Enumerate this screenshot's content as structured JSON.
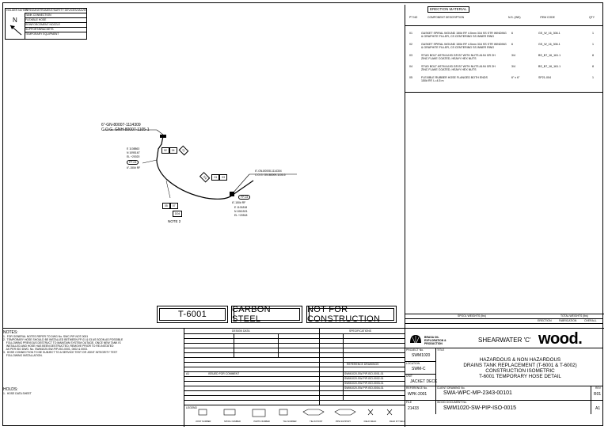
{
  "keyplan": {
    "north_label": "N",
    "header": "HOLDER NOTES",
    "rows": [
      "PIPING/INSTRUMENT/SAFETY DEVICES/VALVES",
      "TANK CONNECTION",
      "FLEXIBLE HOSE",
      "REINFORCEMENT NOZZLE",
      "SUPPORT/BRACKETS",
      "TEMPORARY EQUIPMENT"
    ]
  },
  "iso": {
    "top_line1": "6\"-GN-80007-1114309",
    "top_line2": "C.O.G. GNH-80007-1105-1",
    "left_tags": [
      "E 1108863",
      "N 1095167",
      "EL +20020"
    ],
    "left_fp": "FP-03",
    "left_spec": "6\"-150# RF",
    "bubbles_upper": [
      "02",
      "04",
      "01"
    ],
    "bubbles_mid": [
      "J02",
      "01",
      "03"
    ],
    "bubbles_low": [
      "05",
      "07"
    ],
    "low_tag": "D04",
    "right_line1": "6\"-GN-80008-1114304",
    "right_line2": "C.O.G. GN-80009-1105-5",
    "right_fp": "FP-03",
    "right_spec": "6\"-150# RF",
    "right_tags": [
      "E 1101818",
      "N 1061521",
      "EL +20518"
    ],
    "note_ref": "NOTE 2"
  },
  "stamps": {
    "tank": "T-6001",
    "material": "CARBON STEEL",
    "status": "NOT FOR CONSTRUCTION"
  },
  "bom": {
    "title": "ERECTION MATERIAL",
    "headers": {
      "pt": "PT NO",
      "desc": "COMPONENT DESCRIPTION",
      "nb": "N.S. (INS)",
      "item": "ITEM CODE",
      "qty": "QTY"
    },
    "rows": [
      {
        "pt": "01",
        "desc": "GASKET SPIRAL WOUND 150# RF 4.5mm 316 SS STR WINDING",
        "desc2": "& GRAPHITE FILLER, CS CENTERING SS INNER RING",
        "nb": "6",
        "item": "GS_W_16_306.1",
        "qty": "1"
      },
      {
        "pt": "02",
        "desc": "GASKET SPIRAL WOUND 150# RF 4.5mm 316 SS STR WINDING",
        "desc2": "& GRAPHITE FILLER, CS CENTERING SS INNER RING",
        "nb": "6",
        "item": "GS_W_16_306.1",
        "qty": "1"
      },
      {
        "pt": "03",
        "desc": "STUD BOLT ASTM A193 GR B7 WITH NUTS A194 GR 2H",
        "desc2": "ZINC FLAKE COATED, HEAVY HEX NUTS",
        "nb": "3/4",
        "item": "BS_B7_16_161.1",
        "qty": "8"
      },
      {
        "pt": "04",
        "desc": "STUD BOLT ASTM A193 GR B7 WITH NUTS A194 GR 2H",
        "desc2": "ZINC FLAKE COATED, HEAVY HEX NUTS",
        "nb": "3/4",
        "item": "BS_B7_16_161.1",
        "qty": "8"
      },
      {
        "pt": "05",
        "desc": "FLEXIBLE RUBBER HOSE FLANGED BOTH ENDS",
        "desc2": "150# RF, L=4.5 m",
        "nb": "6\" x 6\"",
        "item": "SP21-004",
        "qty": "1"
      }
    ]
  },
  "notes": {
    "heading": "NOTES:",
    "items": [
      "1.  FOR GENERAL NOTES REFER TO DWG No. SWC-PIP-NOT-0001",
      "2.  TEMPORARY HOSE SHOULD BE INSTALLED BETWEEN FP-01 & 03 AS SOON AS POSSIBLE",
      "    FOLLOWING PREVIOUS DESTRUCT TO MAINTAIN SYSTEM OUTAGE. ONCE NEW TANK IS",
      "    INSTALLED AND HOSE HAS BEEN DESTRUCTED, REMOVE PRIOR TO RE-INSTATED",
      "    AS PER ISO DWG. No. SWM1020-SW-PIP-ISO-0001, 0002 & 0003.",
      "3.  HOSE CONNECTION TO BE SUBJECT TO A SERVICE TEST OR JOINT INTEGRITY TEST",
      "    FOLLOWING INSTALLATION."
    ],
    "holds_heading": "HOLDS:",
    "holds": [
      "1.  HOSE DATA SHEET"
    ]
  },
  "design_data": {
    "title": "DESIGN DATA",
    "specs_title": "SPECIFICATIONS",
    "refs_title": "REFERENCE DRAWINGS",
    "ref_rows": [
      "SWM1020-SW-PIP-ISO-0001-01",
      "SWM1020-SW-PIP-ISO-0002-01",
      "SWM1020-SW-PIP-ISO-0003-01",
      "SWM1020-SW-PIP-ISO-0004-01"
    ],
    "revision_row": {
      "rev": "A1",
      "desc": "ISSUED FOR COMMENT"
    }
  },
  "spool": {
    "title1": "SPOOL WEIGHTS (lbs)",
    "title2": "TOTAL WEIGHTS (lbs)",
    "cols": [
      "ERECTION",
      "FABRICATION",
      "OVERALL"
    ]
  },
  "title_block": {
    "client": "BRASA OIL EXPLORATION & PRODUCTION",
    "project": "SHEARWATER 'C'",
    "company": "wood.",
    "project_no_label": "PROJECT No.",
    "project_no": "SWM1020",
    "location_label": "LOCATION",
    "location": "SWM-C",
    "title_label": "TITLE",
    "title_lines": [
      "HAZARDOUS & NON HAZARDOUS",
      "DRAINS TANK REPLACEMENT (T-6001 & T-6002)",
      "CONSTRUCTION ISOMETRIC",
      "T-6001 TEMPORARY HOSE DETAIL"
    ],
    "unit_label": "UNIT",
    "unit": "JACKET DECK",
    "ref_label": "REFERENCE No.",
    "ref_no": "WPK-2001",
    "client_dwg_label": "CLIENT DRAWING No.",
    "client_dwg": "SWA-WPC-MP-2343-00101",
    "client_rev_label": "REV",
    "client_rev": "R01",
    "wood_dwg_label": "WOOD DOCUMENT No.",
    "wood_dwg": "SWM1020-SW-PIP-ISO-0015",
    "wood_rev": "A1",
    "file_label": "FILE",
    "file": "21433"
  },
  "legend": {
    "label": "LEGEND",
    "items": [
      "JOINT NUMBER",
      "SPOOL NUMBER",
      "PARTS NUMBER",
      "TAG NUMBER",
      "TIE-IN POINT",
      "PIPE SUPPORT",
      "FIELD WELD",
      "FIELD FIT WELD"
    ]
  }
}
